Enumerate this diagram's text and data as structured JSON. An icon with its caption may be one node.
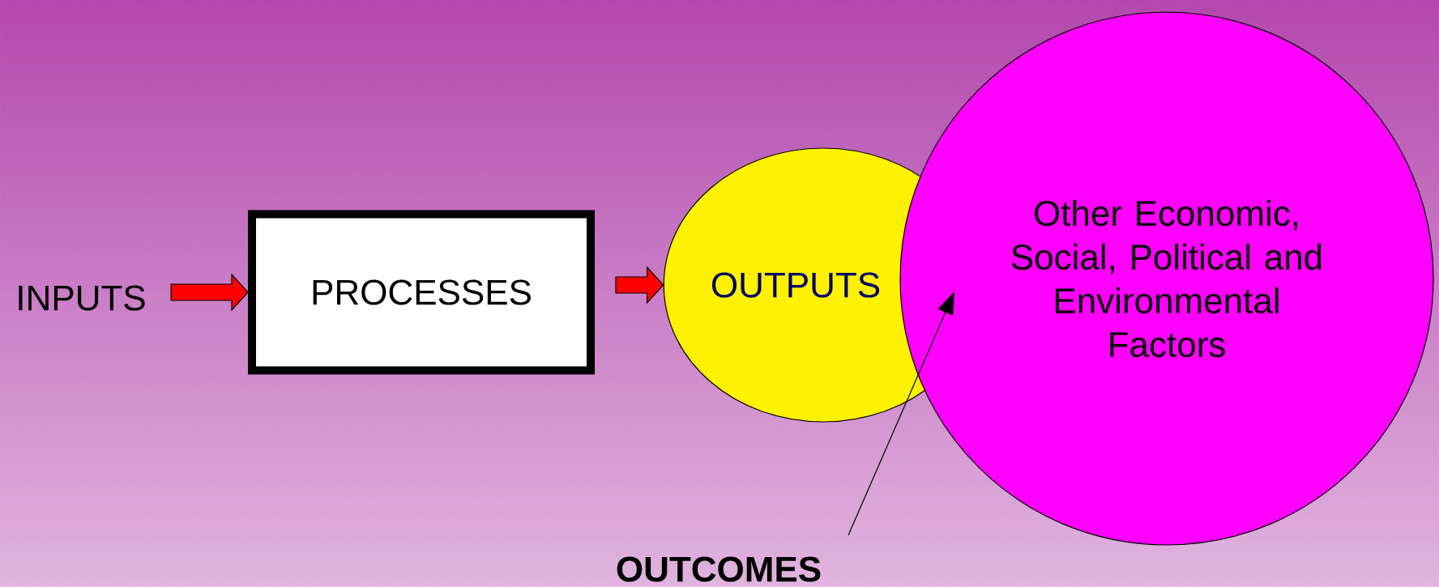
{
  "diagram": {
    "nodes": [
      {
        "text": [
          "INPUTS"
        ]
      },
      {
        "text": [
          "PROCESSES"
        ]
      },
      {
        "text": [
          "OUTPUTS"
        ]
      },
      {
        "text": [
          "Other Economic, Social, Political and Environmental Factors"
        ]
      },
      {
        "text": [
          "OUTCOMES"
        ]
      }
    ],
    "edges": [
      {
        "from": 0,
        "to": 1,
        "arrow": "to"
      },
      {
        "from": 1,
        "to": 2,
        "arrow": "to"
      },
      {
        "from": 4,
        "to": 2,
        "arrow": "to",
        "color": "#000000"
      }
    ]
  }
}
